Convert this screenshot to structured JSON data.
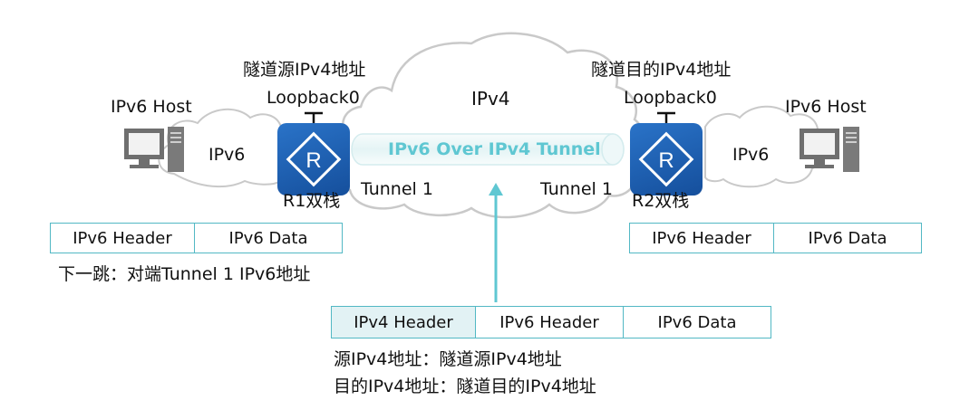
{
  "labels": {
    "left_host": "IPv6 Host",
    "right_host": "IPv6 Host",
    "left_cloud": "IPv6",
    "right_cloud": "IPv6",
    "center_cloud": "IPv4",
    "tunnel_src_ipv4": "隧道源IPv4地址",
    "tunnel_dst_ipv4": "隧道目的IPv4地址",
    "loopback_left": "Loopback0",
    "loopback_right": "Loopback0",
    "tunnel_name": "IPv6 Over IPv4 Tunnel",
    "tunnel_if_left": "Tunnel 1",
    "tunnel_if_right": "Tunnel 1",
    "router_left": "R1双栈",
    "router_right": "R2双栈",
    "next_hop_note": "下一跳：对端Tunnel 1 IPv6地址",
    "src_note": "源IPv4地址：隧道源IPv4地址",
    "dst_note": "目的IPv4地址：隧道目的IPv4地址"
  },
  "router_symbol": "R",
  "packet_left": [
    "IPv6 Header",
    "IPv6 Data"
  ],
  "packet_right": [
    "IPv6 Header",
    "IPv6 Data"
  ],
  "packet_center": [
    "IPv4 Header",
    "IPv6 Header",
    "IPv6 Data"
  ],
  "colors": {
    "router_blue": "#1d5fb4",
    "tunnel_cyan": "#5fc7d2",
    "table_border": "#52b8c4",
    "table_shade": "#e2f2f4",
    "cloud_stroke": "#c9c9c9",
    "arrow": "#5fc7d2"
  },
  "icons": [
    "computer-host-icon",
    "router-icon",
    "arrow-up-icon"
  ]
}
